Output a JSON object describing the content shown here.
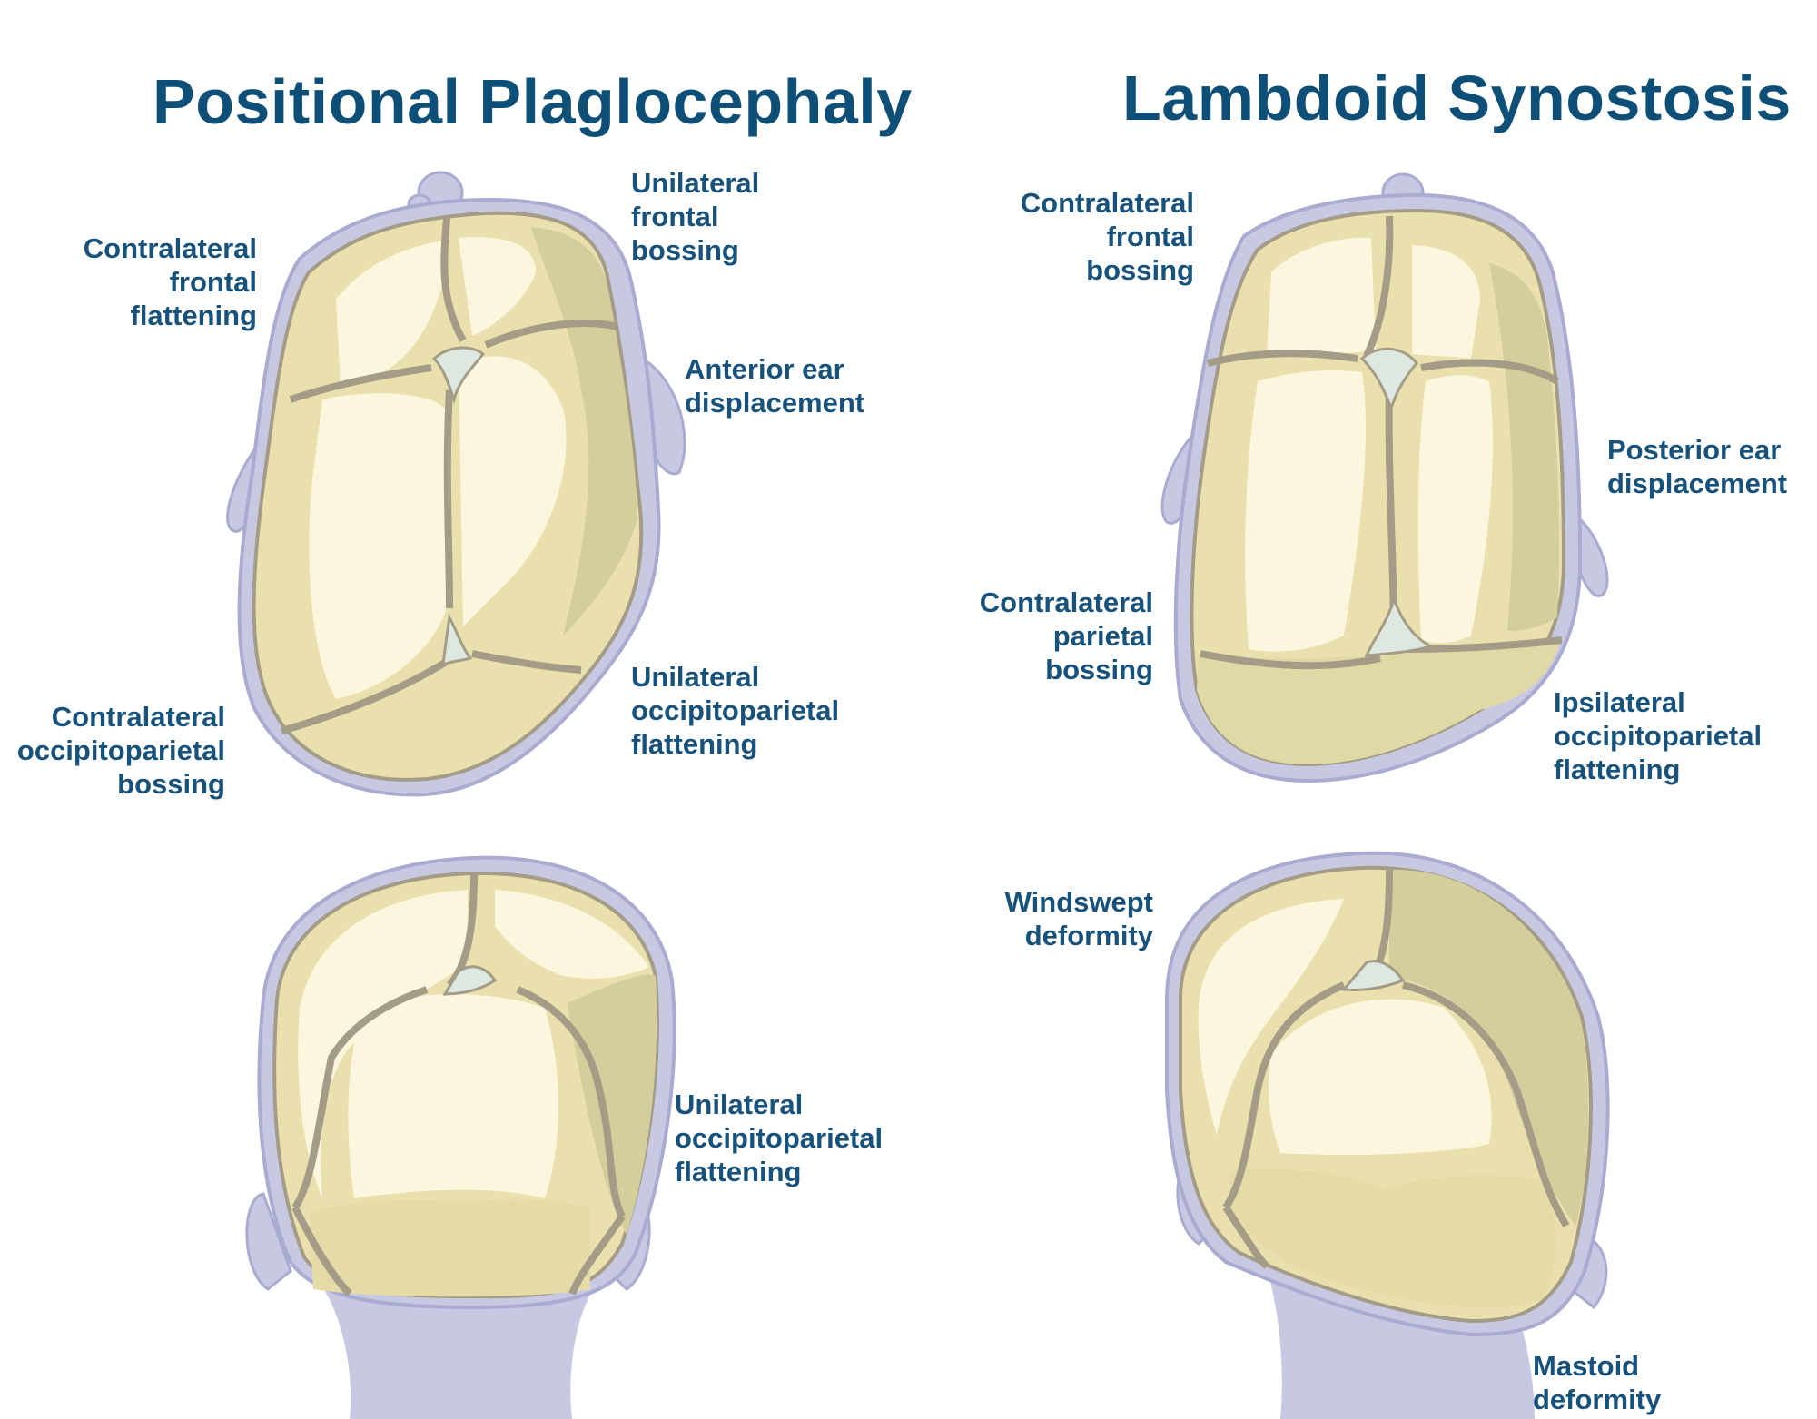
{
  "titles": {
    "left": "Positional Plaglocephaly",
    "right": "Lambdoid Synostosis"
  },
  "labels": {
    "pp_contra_frontal_flattening": "Contralateral\nfrontal\nflattening",
    "pp_uni_frontal_bossing": "Unilateral\nfrontal\nbossing",
    "pp_anterior_ear": "Anterior ear\ndisplacement",
    "pp_contra_occ_bossing": "Contralateral\noccipitoparietal\nbossing",
    "pp_uni_occ_flattening_top": "Unilateral\noccipitoparietal\nflattening",
    "pp_uni_occ_flattening_back": "Unilateral\noccipitoparietal\nflattening",
    "ls_contra_frontal_bossing": "Contralateral\nfrontal\nbossing",
    "ls_posterior_ear": "Posterior ear\ndisplacement",
    "ls_contra_parietal_bossing": "Contralateral\nparietal\nbossing",
    "ls_ipsi_occ_flattening": "Ipsilateral\noccipitoparietal\nflattening",
    "ls_windswept": "Windswept\ndeformity",
    "ls_mastoid": "Mastoid\ndeformity"
  },
  "colors": {
    "title": "#0e4f78",
    "label": "#17527d",
    "skin": "#c7c9e3",
    "skin_edge": "#a9abd0",
    "bone": "#e9e0ad",
    "bone_light": "#fdf6df",
    "bone_dark": "#d3ce9c",
    "suture": "#a49c86",
    "fontanelle": "#dde8e0"
  }
}
